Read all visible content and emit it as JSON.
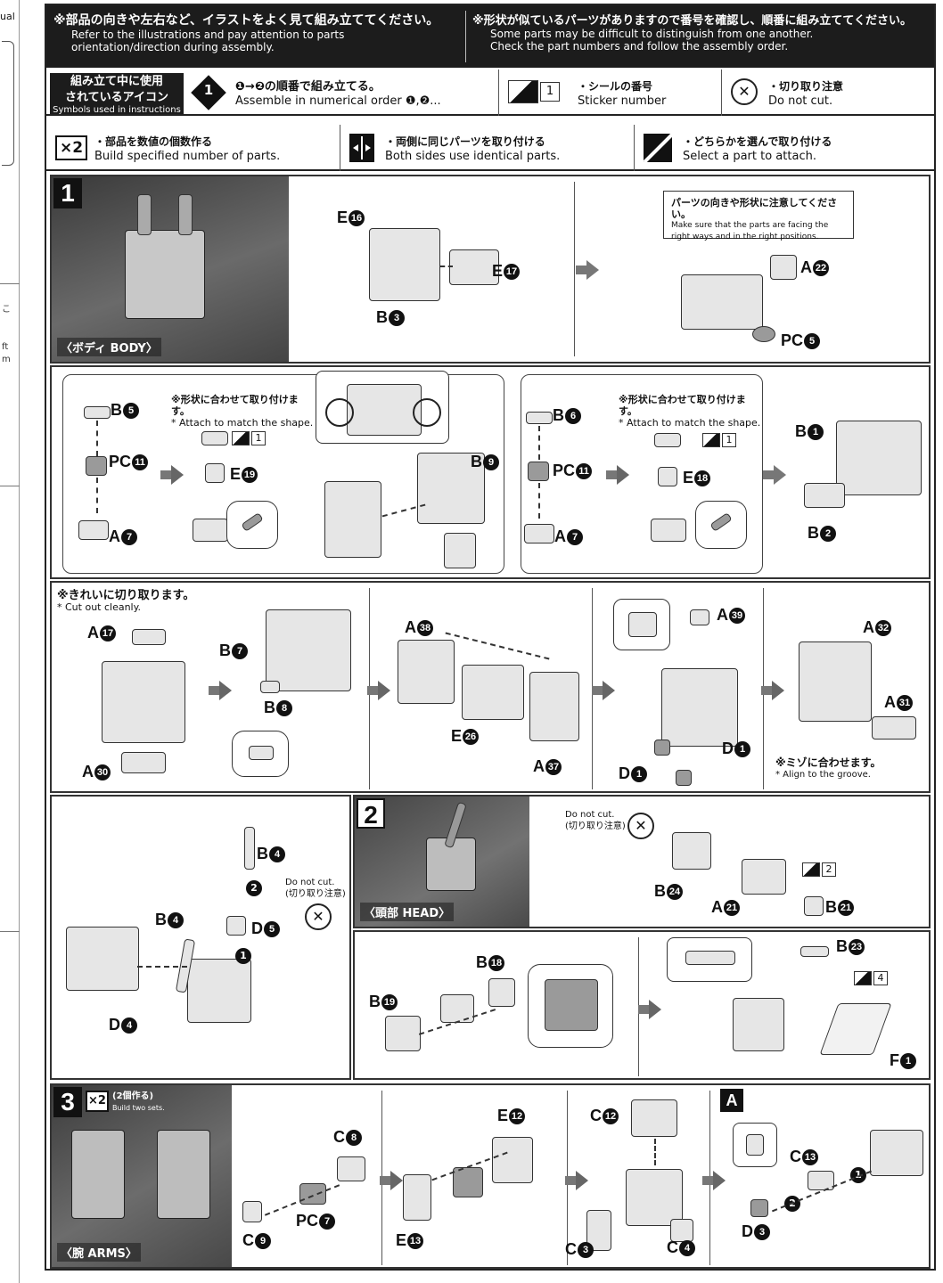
{
  "left_strip": {
    "tab": "ual",
    "fragments": [
      "こ",
      "ft",
      "m"
    ]
  },
  "header": {
    "left_jp": "※部品の向きや左右など、イラストをよく見て組み立ててください。",
    "left_en1": "Refer to the illustrations and pay attention to parts",
    "left_en2": "orientation/direction during assembly.",
    "right_jp": "※形状が似ているパーツがありますので番号を確認し、順番に組み立ててください。",
    "right_en1": "Some parts may be difficult to distinguish from one another.",
    "right_en2": "Check the part numbers and follow the assembly order."
  },
  "legend": {
    "title_jp1": "組み立て中に使用",
    "title_jp2": "されているアイコン",
    "title_en": "Symbols used in instructions",
    "order_icon": "1",
    "order_jp": "❶→❷の順番で組み立てる。",
    "order_en": "Assemble in numerical order ❶,❷...",
    "sticker_num": "1",
    "sticker_jp": "・シールの番号",
    "sticker_en": "Sticker number",
    "nocut_jp": "・切り取り注意",
    "nocut_en": "Do not cut.",
    "build_icon": "×2",
    "build_jp": "・部品を数値の個数作る",
    "build_en": "Build specified number of parts.",
    "both_jp": "・両側に同じパーツを取り付ける",
    "both_en": "Both sides use identical parts.",
    "select_jp": "・どちらかを選んで取り付ける",
    "select_en": "Select a part to attach."
  },
  "step1": {
    "number": "1",
    "caption": "〈ボディ BODY〉",
    "orient_note_jp": "パーツの向きや形状に注意してください。",
    "orient_note_en1": "Make sure that the parts are facing the",
    "orient_note_en2": "right ways and in the right positions.",
    "attach_note_jp": "※形状に合わせて取り付けます。",
    "attach_note_en": "* Attach to match the shape.",
    "cut_note_jp": "※きれいに切り取ります。",
    "cut_note_en": "* Cut out cleanly.",
    "groove_note_jp": "※ミゾに合わせます。",
    "groove_note_en": "* Align to the groove.",
    "nocut_en": "Do not cut.",
    "nocut_jp": "(切り取り注意)",
    "sticker1": "1"
  },
  "step2": {
    "number": "2",
    "caption": "〈頭部 HEAD〉",
    "nocut_en": "Do not cut.",
    "nocut_jp": "(切り取り注意)",
    "sticker2": "2",
    "sticker4": "4"
  },
  "step3": {
    "number": "3",
    "build": "×2",
    "build_jp": "(2個作る)",
    "build_en": "Build two sets.",
    "caption": "〈腕 ARMS〉",
    "sub": "A"
  },
  "parts": {
    "E16": "E",
    "E17": "E",
    "B3": "B",
    "A22": "A",
    "PC5": "PC",
    "B5": "B",
    "PC11": "PC",
    "A7": "A",
    "E19": "E",
    "B9": "B",
    "B6": "B",
    "E18": "E",
    "B1": "B",
    "B2": "B",
    "A17": "A",
    "A30": "A",
    "B7": "B",
    "B8": "B",
    "A38": "A",
    "E26": "E",
    "A37": "A",
    "A39": "A",
    "D1": "D",
    "A32": "A",
    "A31": "A",
    "B4": "B",
    "D5": "D",
    "D4": "D",
    "B24": "B",
    "A21": "A",
    "B21": "B",
    "B18": "B",
    "B19": "B",
    "B23": "B",
    "F1": "F",
    "C8": "C",
    "PC7": "PC",
    "C9": "C",
    "E12": "E",
    "E13": "E",
    "C12": "C",
    "C3": "C",
    "C4": "C",
    "C13": "C",
    "D3": "D"
  },
  "nums": {
    "n1": "1",
    "n2": "2",
    "n3": "3",
    "n4": "4",
    "n5": "5",
    "n6": "6",
    "n7": "7",
    "n8": "8",
    "n9": "9",
    "n11": "11",
    "n12": "12",
    "n13": "13",
    "n16": "16",
    "n17": "17",
    "n18": "18",
    "n19": "19",
    "n21": "21",
    "n22": "22",
    "n23": "23",
    "n24": "24",
    "n26": "26",
    "n30": "30",
    "n31": "31",
    "n32": "32",
    "n37": "37",
    "n38": "38",
    "n39": "39"
  }
}
